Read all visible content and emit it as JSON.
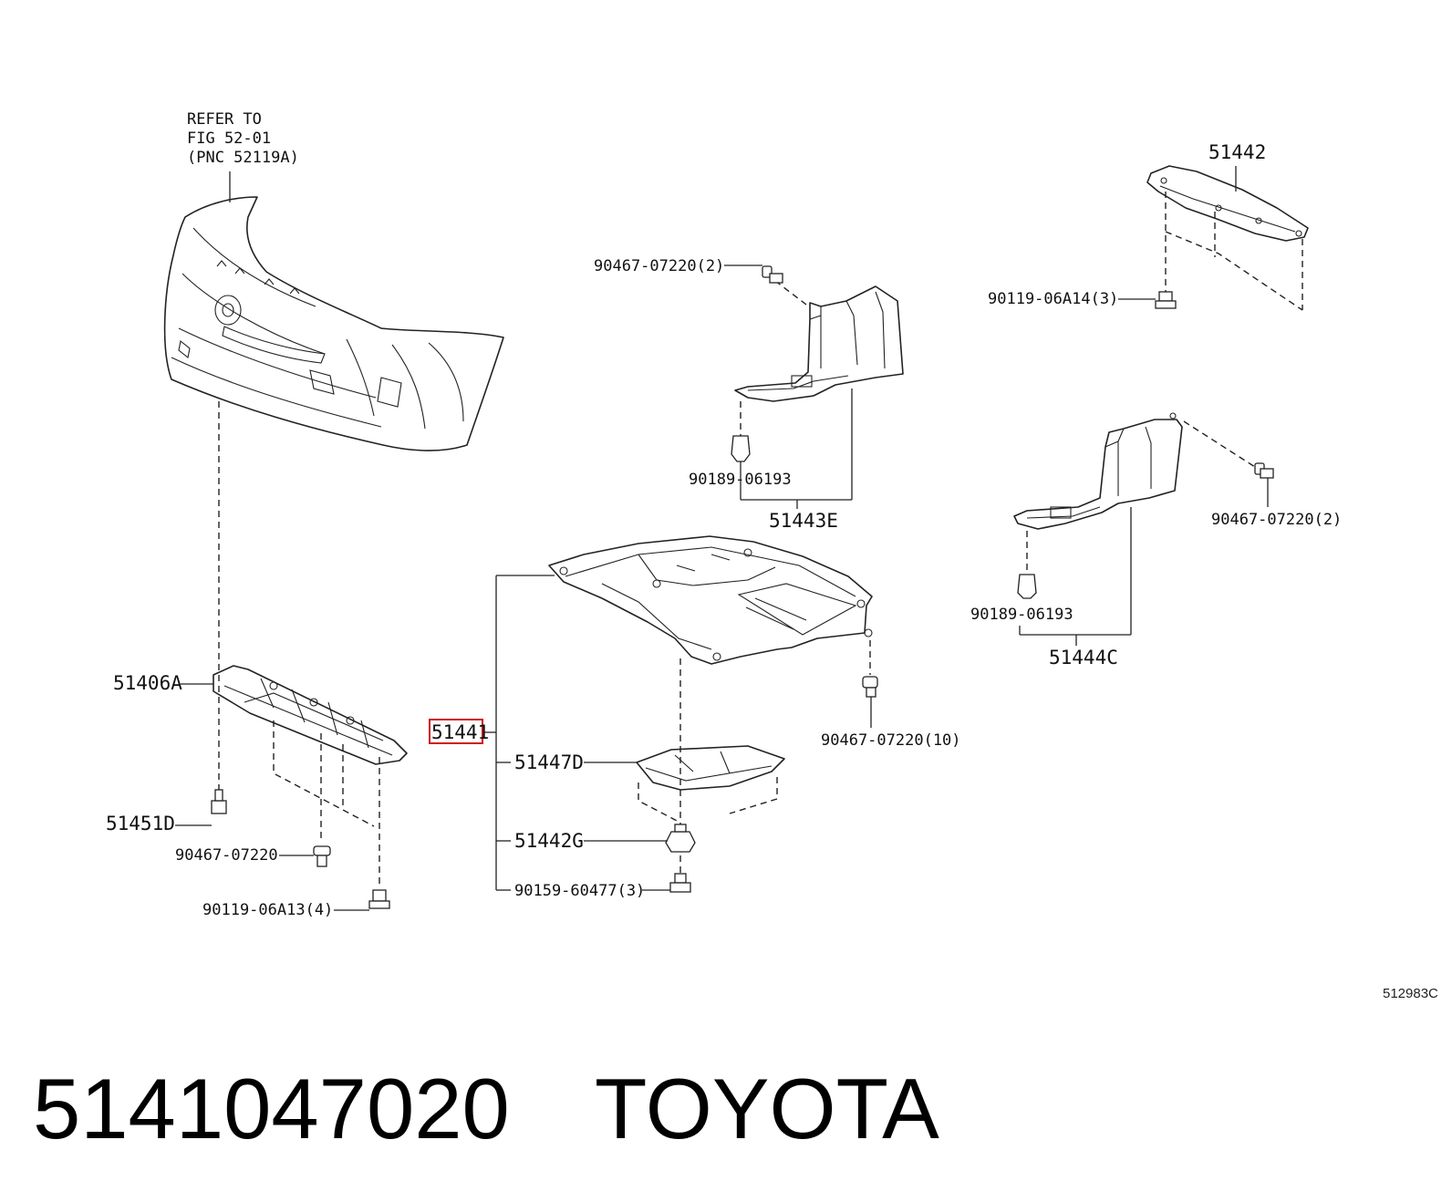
{
  "refer_note": {
    "line1": "REFER TO",
    "line2": "FIG 52-01",
    "line3": "(PNC 52119A)"
  },
  "labels": {
    "p51442": "51442",
    "p90467_upper": "90467-07220(2)",
    "p90119_a14": "90119-06A14(3)",
    "p90189_upper": "90189-06193",
    "p51443E": "51443E",
    "p90467_right": "90467-07220(2)",
    "p90189_right": "90189-06193",
    "p51444C": "51444C",
    "p51406A": "51406A",
    "p51441": "51441",
    "p51447D": "51447D",
    "p90467_10": "90467-07220(10)",
    "p51451D": "51451D",
    "p90467_left": "90467-07220",
    "p51442G": "51442G",
    "p90119_a13": "90119-06A13(4)",
    "p90159": "90159-60477(3)"
  },
  "illustration_code": "512983C",
  "footer": {
    "part_number": "5141047020",
    "brand": "TOYOTA"
  },
  "highlight_color": "#d01515"
}
